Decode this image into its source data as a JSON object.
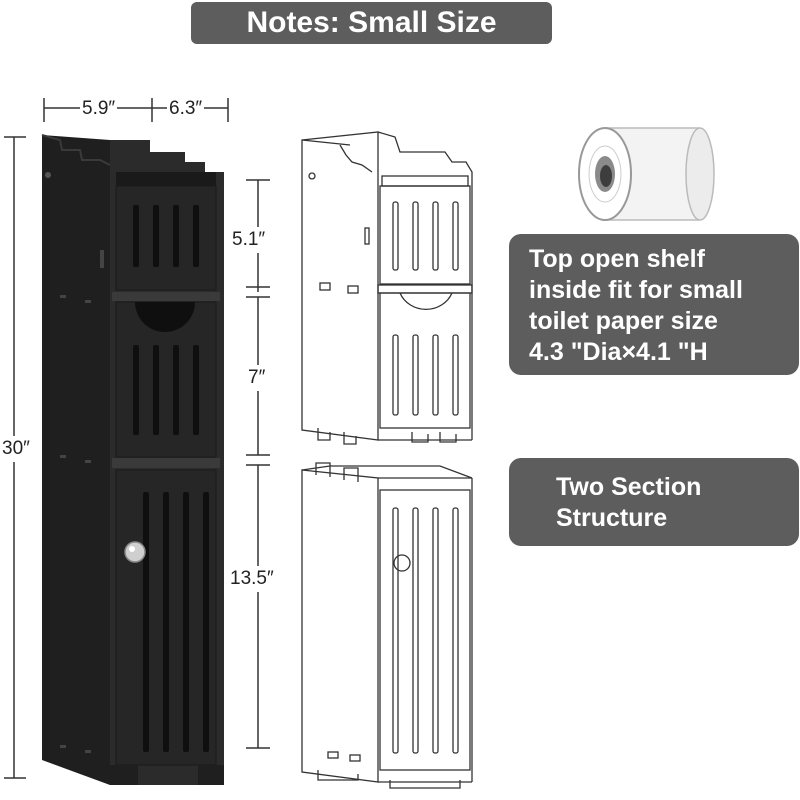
{
  "title": "Notes: Small Size",
  "dimensions": {
    "depth": "5.9″",
    "width": "6.3″",
    "total_height": "30″",
    "top_drawer_height": "5.1″",
    "middle_section_height": "7″",
    "bottom_cabinet_height": "13.5″"
  },
  "notes": {
    "top_shelf": [
      "Top open shelf",
      "inside fit for small",
      "toilet paper size",
      "4.3 \"Dia×4.1 \"H"
    ],
    "structure": [
      "Two Section",
      "Structure"
    ]
  },
  "colors": {
    "cabinet": "#2b2b2b",
    "badge": "#5d5d5d",
    "line": "#444444"
  }
}
